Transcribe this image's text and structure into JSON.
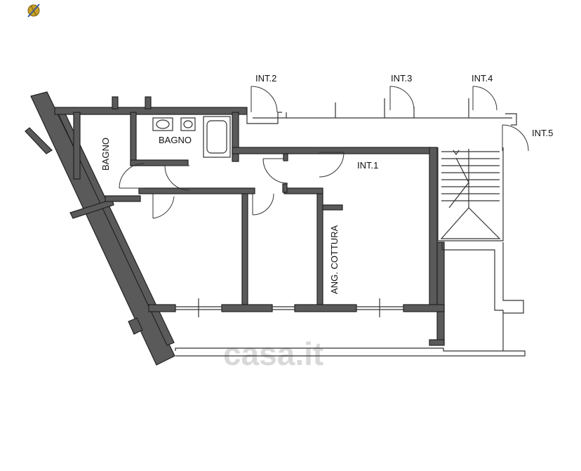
{
  "labels": {
    "int2": "INT.2",
    "int3": "INT.3",
    "int4": "INT.4",
    "int5": "INT.5",
    "int1": "INT.1",
    "bagno_vertical": "BAGNO",
    "bagno_top": "BAGNO",
    "ang_cottura": "ANG. COTTURA"
  },
  "watermark": "casa.it",
  "colors": {
    "wall": "#5a5a5a",
    "line": "#333333",
    "watermark": "#d9d9d9"
  },
  "icons": {
    "logo": "compass-logo-icon"
  }
}
